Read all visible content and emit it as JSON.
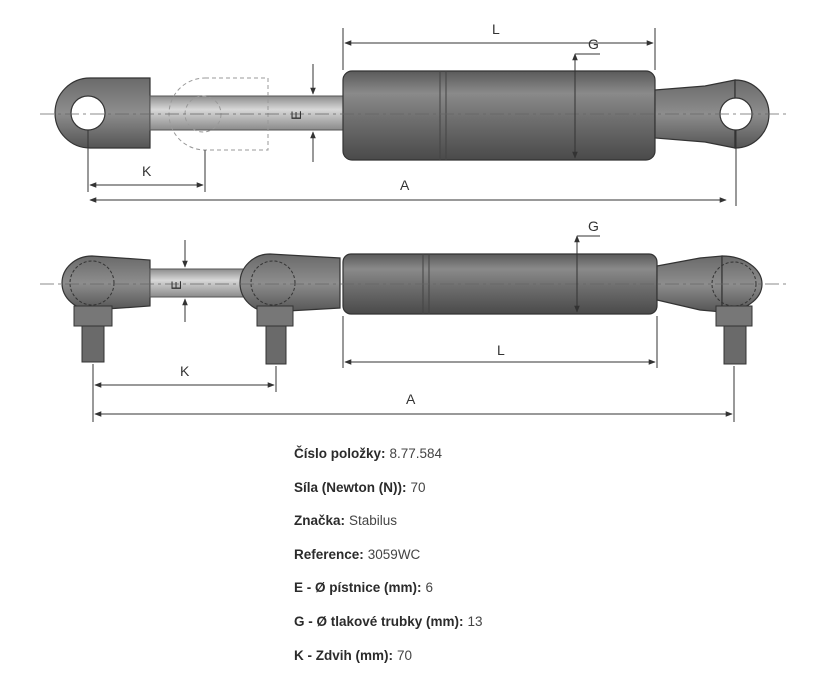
{
  "diagram": {
    "top": {
      "dims": {
        "L": "L",
        "G": "G",
        "E": "E",
        "K": "K",
        "A": "A"
      }
    },
    "bottom": {
      "dims": {
        "G": "G",
        "E": "E",
        "L": "L",
        "K": "K",
        "A": "A"
      }
    }
  },
  "specs": [
    {
      "label": "Číslo položky:",
      "value": "8.77.584"
    },
    {
      "label": "Síla (Newton (N)):",
      "value": "70"
    },
    {
      "label": "Značka:",
      "value": "Stabilus"
    },
    {
      "label": "Reference:",
      "value": "3059WC"
    },
    {
      "label": "E - Ø pístnice (mm):",
      "value": "6"
    },
    {
      "label": "G - Ø tlakové trubky (mm):",
      "value": "13"
    },
    {
      "label": "K - Zdvih (mm):",
      "value": "70"
    }
  ]
}
